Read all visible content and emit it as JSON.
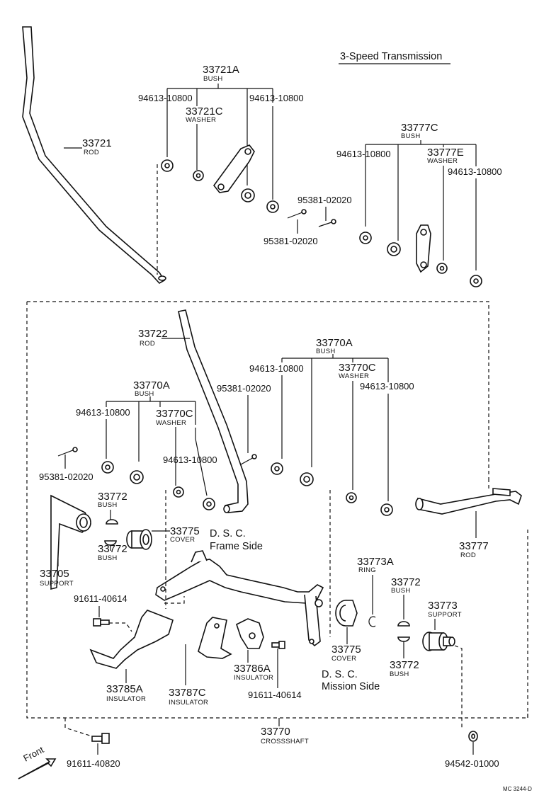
{
  "title": "3-Speed Transmission",
  "code": "MC 3244-D",
  "front_label": "Front",
  "notes": {
    "frame_side_1": "D. S. C.",
    "frame_side_2": "Frame Side",
    "mission_side_1": "D. S. C.",
    "mission_side_2": "Mission Side"
  },
  "labels": {
    "l33721a": {
      "num": "33721A",
      "name": "BUSH"
    },
    "l94613a": {
      "num": "94613-10800"
    },
    "l33721c": {
      "num": "33721C",
      "name": "WASHER"
    },
    "l94613b": {
      "num": "94613-10800"
    },
    "l33721": {
      "num": "33721",
      "name": "ROD"
    },
    "l95381a": {
      "num": "95381-02020"
    },
    "l95381b": {
      "num": "95381-02020"
    },
    "l33777c": {
      "num": "33777C",
      "name": "BUSH"
    },
    "l94613c": {
      "num": "94613-10800"
    },
    "l33777e": {
      "num": "33777E",
      "name": "WASHER"
    },
    "l94613d": {
      "num": "94613-10800"
    },
    "l33722": {
      "num": "33722",
      "name": "ROD"
    },
    "l33770a_r": {
      "num": "33770A",
      "name": "BUSH"
    },
    "l94613e": {
      "num": "94613-10800"
    },
    "l33770c_r": {
      "num": "33770C",
      "name": "WASHER"
    },
    "l94613f": {
      "num": "94613-10800"
    },
    "l95381c": {
      "num": "95381-02020"
    },
    "l33770a_l": {
      "num": "33770A",
      "name": "BUSH"
    },
    "l94613g": {
      "num": "94613-10800"
    },
    "l33770c_l": {
      "num": "33770C",
      "name": "WASHER"
    },
    "l94613h": {
      "num": "94613-10800"
    },
    "l95381d": {
      "num": "95381-02020"
    },
    "l33772a": {
      "num": "33772",
      "name": "BUSH"
    },
    "l33775a": {
      "num": "33775",
      "name": "COVER"
    },
    "l33772b": {
      "num": "33772",
      "name": "BUSH"
    },
    "l33705": {
      "num": "33705",
      "name": "SUPPORT"
    },
    "l91611a": {
      "num": "91611-40614"
    },
    "l33785a": {
      "num": "33785A",
      "name": "INSULATOR"
    },
    "l33787c": {
      "num": "33787C",
      "name": "INSULATOR"
    },
    "l33786a": {
      "num": "33786A",
      "name": "INSULATOR"
    },
    "l91611b": {
      "num": "91611-40614"
    },
    "l33773a": {
      "num": "33773A",
      "name": "RING"
    },
    "l33775b": {
      "num": "33775",
      "name": "COVER"
    },
    "l33772c": {
      "num": "33772",
      "name": "BUSH"
    },
    "l33773": {
      "num": "33773",
      "name": "SUPPORT"
    },
    "l33772d": {
      "num": "33772",
      "name": "BUSH"
    },
    "l33777": {
      "num": "33777",
      "name": "ROD"
    },
    "l33770": {
      "num": "33770",
      "name": "CROSSSHAFT"
    },
    "l91611c": {
      "num": "91611-40820"
    },
    "l94542": {
      "num": "94542-01000"
    }
  }
}
